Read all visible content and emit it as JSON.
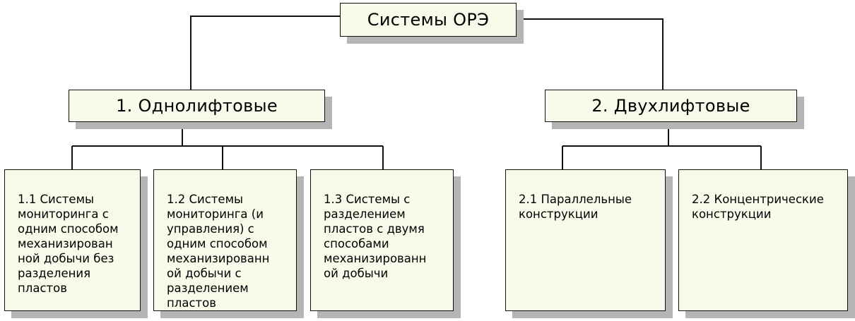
{
  "diagram": {
    "root": "Системы ОРЭ",
    "branches": [
      {
        "title": "1. Однолифтовые",
        "children": [
          "1.1 Системы\nмониторинга с\nодним способом\nмеханизирован\nной добычи без\nразделения\nпластов",
          "1.2 Системы\nмониторинга (и\nуправления) с\nодним способом\nмеханизированн\nой добычи с\nразделением\nпластов",
          "1.3 Системы с\nразделением\nпластов  с двумя\nспособами\nмеханизированн\nой добычи"
        ]
      },
      {
        "title": "2. Двухлифтовые",
        "children": [
          "2.1 Параллельные\nконструкции",
          "2.2 Концентрические\nконструкции"
        ]
      }
    ]
  }
}
